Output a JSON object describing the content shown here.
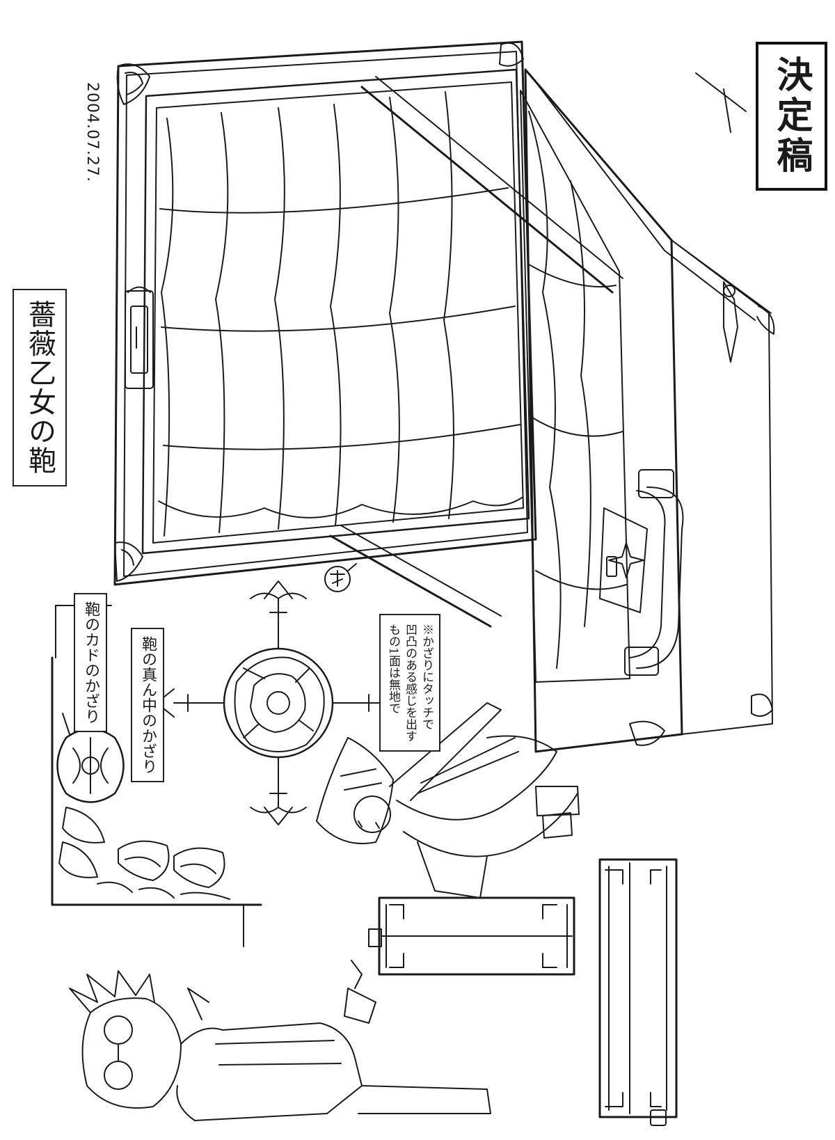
{
  "sheet": {
    "title": "薔薇乙女の鞄",
    "date": "2004.07.27.",
    "stamp": "決定稿",
    "labels": {
      "edge_ornament": "鞄のカドのかざり",
      "center_ornament": "鞄の真ん中のかざり"
    },
    "note": {
      "line1": "※かざりにタッチで",
      "line2": "凹凸のある感じを出す",
      "line3": "もの1面は無地で"
    }
  },
  "colors": {
    "ink": "#1a1a1a",
    "paper": "#ffffff"
  }
}
